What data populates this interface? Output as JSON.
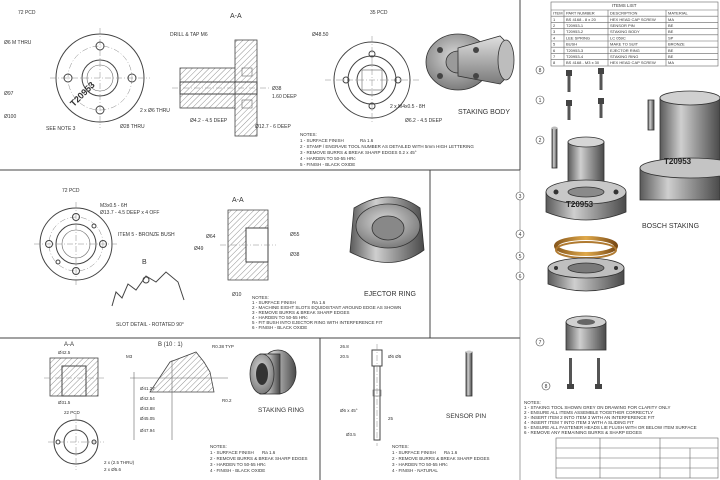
{
  "staking_body": {
    "view_label": "A-A",
    "name": "STAKING BODY",
    "dims": [
      "72 PCD",
      "Ø6 M THRU",
      "2 x Ø6 THRU",
      "Ø97",
      "Ø28 THRU",
      "Ø100",
      "DRILL & TAP M6",
      "Ø48.50",
      "Ø38",
      "1.60 DEEP",
      "35 PCD",
      "Ø12.7 - 6 DEEP",
      "2 x M4x0.5 - 8H",
      "Ø4.2 - 4.5 DEEP",
      "Ø6.2 - 4.5 DEEP",
      "SEE NOTE 3"
    ],
    "part_marking": "T20953",
    "notes": [
      "NOTES:",
      "1 - SURFACE FINISH",
      "2 - STAMP / ENGRAVE TOOL NUMBER AS DETAILED WITH 5mm HIGH LETTERING",
      "3 - REMOVE BURRS & BREAK SHARP EDGES 0.2 x 45°",
      "4 - HARDEN TO 50-55 HRc",
      "5 - FINISH - BLACK OXIDE"
    ],
    "finish_symbol": "Ra 1.6"
  },
  "items_list": {
    "title": "ITEMS LIST",
    "headers": [
      "ITEM",
      "PART NUMBER",
      "DESCRIPTION",
      "MATERIAL"
    ],
    "rows": [
      [
        "1",
        "BS 4168 - 8 x 20",
        "HEX HEAD CAP SCREW",
        "MA"
      ],
      [
        "2",
        "T20953-1",
        "SENSOR PIN",
        "BE"
      ],
      [
        "3",
        "T20953-2",
        "STAKING BODY",
        "BE"
      ],
      [
        "4",
        "LEE SPRING",
        "LC 059C",
        "SP"
      ],
      [
        "5",
        "BUSH",
        "MAKE TO SUIT",
        "BRONZE"
      ],
      [
        "6",
        "T20953-3",
        "EJECTOR RING",
        "BE"
      ],
      [
        "7",
        "T20953-4",
        "STAKING RING",
        "BE"
      ],
      [
        "8",
        "BS 4168 - M3 x 30",
        "HEX HEAD CAP SCREW",
        "MA"
      ]
    ]
  },
  "ejector_ring": {
    "view_label": "A-A",
    "name": "EJECTOR RING",
    "dims": [
      "72 PCD",
      "M3x0.5 - 6H",
      "Ø13.7 - 4.5 DEEP x 4 OFF",
      "ITEM 5 - BRONZE BUSH",
      "Ø49",
      "Ø64",
      "Ø55",
      "Ø38",
      "Ø10",
      "SLOT DETAIL - ROTATED 90°",
      "B"
    ],
    "notes": [
      "NOTES:",
      "1 - SURFACE FINISH",
      "2 - MACHINE EIGHT SLOTS EQUIDISTANT AROUND EDGE AS SHOWN",
      "3 - REMOVE BURRS & BREAK SHARP EDGES",
      "4 - HARDEN TO 50-55 HRc",
      "5 - FIT BUSH INTO EJECTOR RING WITH INTERFERENCE FIT",
      "6 - FINISH - BLACK OXIDE"
    ],
    "finish_symbol": "Ra 1.6"
  },
  "staking_ring": {
    "view_label": "A-A",
    "detail_label": "B (10 : 1)",
    "name": "STAKING RING",
    "dims": [
      "Ø42.5",
      "Ø31.5",
      "22 PCD",
      "Ø41.27",
      "Ø42.54",
      "Ø43.88",
      "Ø45.05",
      "Ø47.94",
      "R0.38 TYP",
      "R0.2",
      "2 x (2.5 THRU)",
      "2 x Ø5.6",
      "M3"
    ],
    "notes": [
      "NOTES:",
      "1 - SURFACE FINISH",
      "2 - REMOVE BURRS & BREAK SHARP EDGES",
      "3 - HARDEN TO 50-55 HRc",
      "4 - FINISH - BLACK OXIDE"
    ],
    "finish_symbol": "Ra 1.6"
  },
  "sensor_pin": {
    "name": "SENSOR PIN",
    "dims": [
      "26.8",
      "20.5",
      "Ø6 Ø5",
      "Ø6 x 45°",
      "Ø3.5",
      "25"
    ],
    "notes": [
      "NOTES:",
      "1 - SURFACE FINISH",
      "2 - REMOVE BURRS & BREAK SHARP EDGES",
      "3 - HARDEN TO 50-55 HRc",
      "4 - FINISH - NATURAL"
    ],
    "finish_symbol": "Ra 1.6"
  },
  "assembly": {
    "name": "BOSCH STAKING",
    "part_marking": "T20953",
    "balloons": [
      "8",
      "1",
      "3",
      "4",
      "5",
      "6",
      "2",
      "7",
      "8"
    ],
    "notes": [
      "NOTES:",
      "1 - STAKING TOOL SHOWN GREY ON DRAWING FOR CLARITY ONLY",
      "2 - ENSURE ALL ITEMS ASSEMBLE TOGETHER CORRECTLY",
      "3 - INSERT ITEM 2 INTO ITEM 3 WITH AN INTERFERENCE FIT",
      "4 - INSERT ITEM 7 INTO ITEM 3 WITH A SLIDING FIT",
      "5 - ENSURE ALL FASTENER HEADS LIE FLUSH WITH OR BELOW ITEM SURFACE",
      "6 - REMOVE ANY REMAINING BURRS & SHARP EDGES"
    ]
  }
}
